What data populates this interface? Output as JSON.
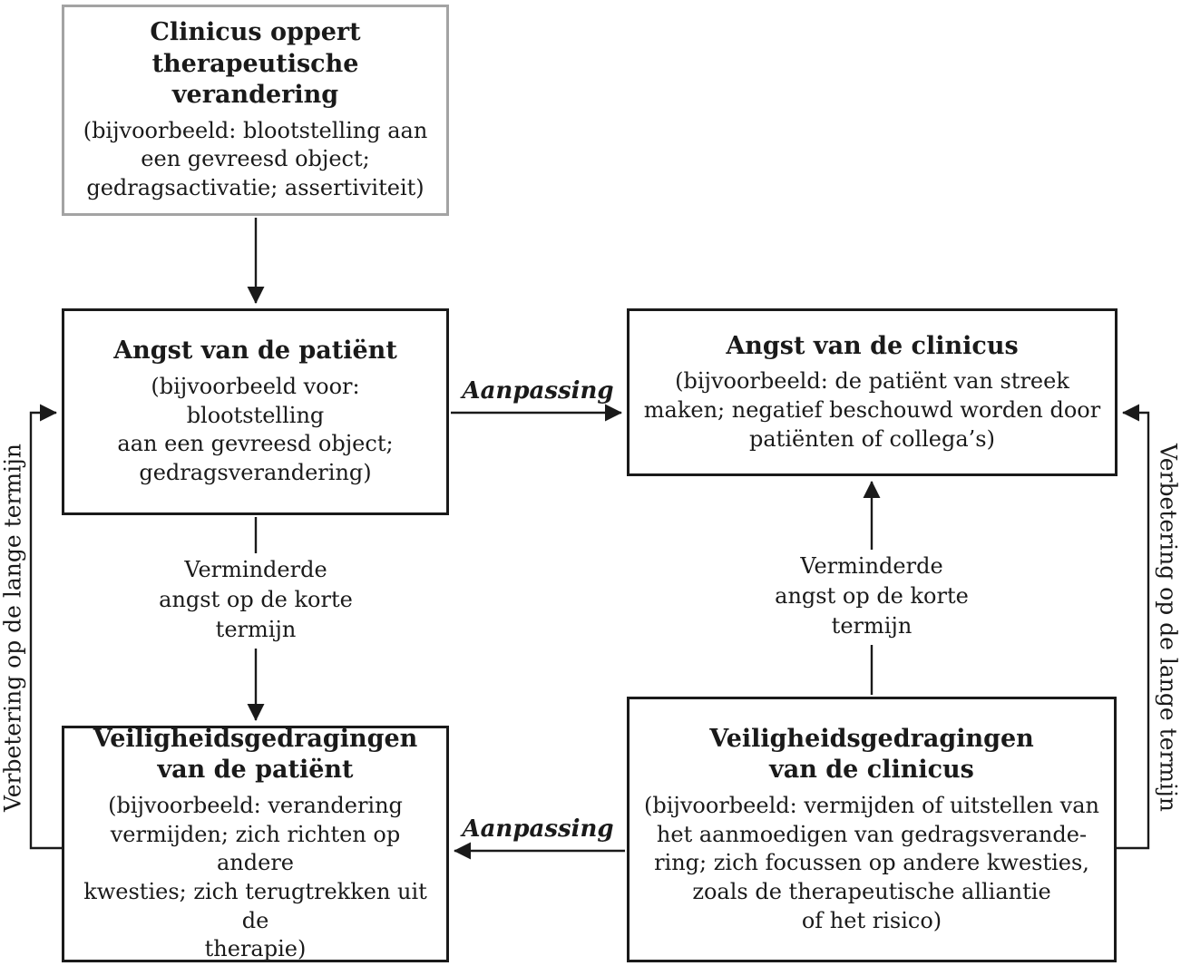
{
  "diagram": {
    "boxes": {
      "trigger": {
        "title": [
          "Clinicus oppert",
          "therapeutische verandering"
        ],
        "body": [
          "(bijvoorbeeld: blootstelling aan",
          "een gevreesd object;",
          "gedragsactivatie; assertiviteit)"
        ]
      },
      "patient_anxiety": {
        "title": "Angst van de patiënt",
        "body": [
          "(bijvoorbeeld voor:",
          "blootstelling",
          "aan een gevreesd object;",
          "gedragsverandering)"
        ]
      },
      "clinician_anxiety": {
        "title": "Angst van de clinicus",
        "body": [
          "(bijvoorbeeld: de patiënt van streek",
          "maken; negatief beschouwd worden door",
          "patiënten of collega’s)"
        ]
      },
      "patient_safety_behaviors": {
        "title": [
          "Veiligheidsgedragingen",
          "van de patiënt"
        ],
        "body": [
          "(bijvoorbeeld: verandering",
          "vermijden; zich richten op andere",
          "kwesties; zich terugtrekken uit de",
          "therapie)"
        ]
      },
      "clinician_safety_behaviors": {
        "title": [
          "Veiligheidsgedragingen",
          "van de clinicus"
        ],
        "body": [
          "(bijvoorbeeld: vermijden of uitstellen van",
          "het aanmoedigen van gedragsverande-",
          "ring; zich focussen op andere kwesties,",
          "zoals de therapeutische alliantie",
          "of het risico)"
        ]
      }
    },
    "labels": {
      "adaptation_top": "Aanpassing",
      "adaptation_bottom": "Aanpassing",
      "short_term_left": [
        "Verminderde",
        "angst op de korte",
        "termijn"
      ],
      "short_term_right": [
        "Verminderde",
        "angst op de korte",
        "termijn"
      ],
      "long_term_left": "Verbetering op de lange termijn",
      "long_term_right": "Verbetering op de lange termijn"
    },
    "colors": {
      "background": "#ffffff",
      "text": "#1a1a1a",
      "box_border": "#1a1a1a",
      "trigger_box_border": "#a3a3a3",
      "arrow": "#1a1a1a"
    }
  }
}
